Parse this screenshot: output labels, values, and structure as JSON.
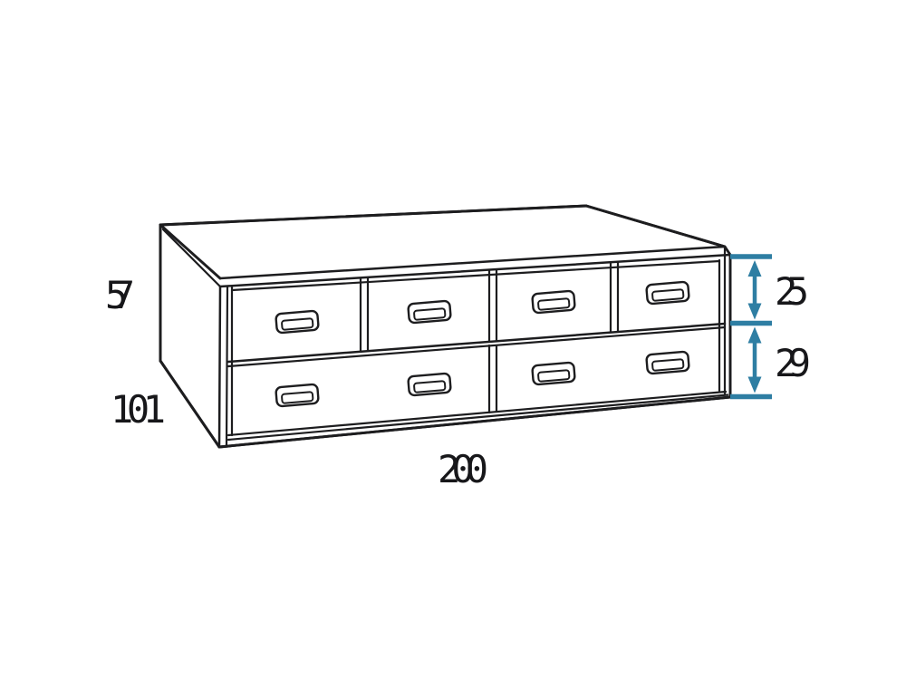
{
  "figure": {
    "kind": "furniture dimension diagram",
    "view": "isometric line drawing",
    "background_color": "#ffffff",
    "line_color": "#1d1d1f",
    "text_color": "#17171a",
    "dimension_accent_color": "#2e7ea3"
  },
  "cabinet": {
    "description": "low cabinet with drawers",
    "top_row_drawer_count": 4,
    "bottom_row_drawer_count": 2,
    "handle_count": 8
  },
  "dimensions": {
    "height": "57",
    "depth": "101",
    "width": "200",
    "top_drawer_height": "25",
    "bottom_drawer_height": "29"
  }
}
